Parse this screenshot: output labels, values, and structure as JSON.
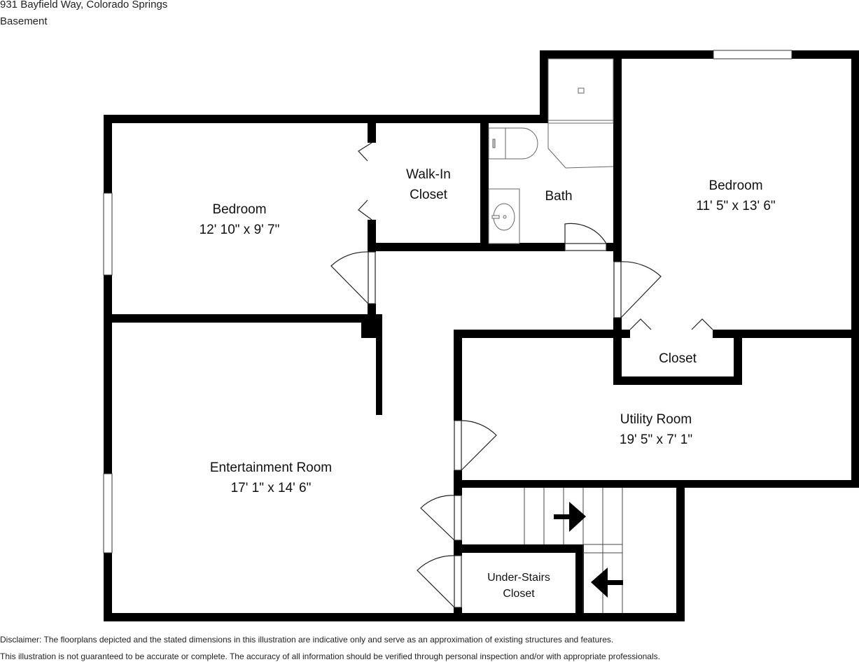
{
  "header": {
    "address": "931 Bayfield Way, Colorado Springs",
    "level": "Basement"
  },
  "rooms": {
    "bedroom_left": {
      "name": "Bedroom",
      "dims": "12' 10\" x 9' 7\""
    },
    "walk_in_closet": {
      "name_line1": "Walk-In",
      "name_line2": "Closet"
    },
    "bath": {
      "name": "Bath"
    },
    "bedroom_right": {
      "name": "Bedroom",
      "dims": "11' 5\" x 13' 6\""
    },
    "closet": {
      "name": "Closet"
    },
    "utility_room": {
      "name": "Utility Room",
      "dims": "19' 5\" x 7' 1\""
    },
    "entertainment_room": {
      "name": "Entertainment Room",
      "dims": "17' 1\" x 14' 6\""
    },
    "under_stairs_closet": {
      "name_line1": "Under-Stairs",
      "name_line2": "Closet"
    }
  },
  "disclaimer": {
    "line1": "Disclaimer: The floorplans depicted and the stated dimensions in this illustration are indicative only and serve as an approximation of existing structures and features.",
    "line2": "This illustration is not guaranteed to be accurate or complete. The accuracy of all information should be verified through personal inspection and/or with appropriate professionals."
  },
  "colors": {
    "wall": "#000000",
    "fixture": "#555555",
    "background": "#ffffff"
  }
}
